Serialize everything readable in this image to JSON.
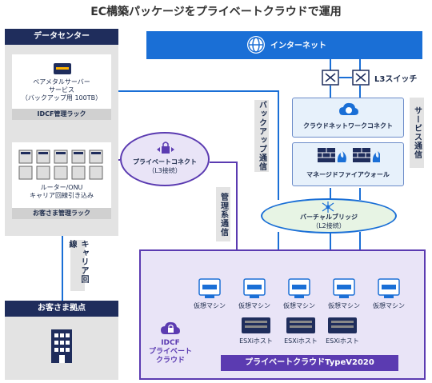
{
  "title": "EC構築パッケージをプライベートクラウドで運用",
  "datacenter": {
    "header": "データセンター",
    "baremetal_line1": "ベアメタルサーバー",
    "baremetal_line2": "サービス",
    "baremetal_line3": "（バックアップ用 100TB）",
    "idcf_rack": "IDCF管理ラック",
    "router_line1": "ルーター/ONU",
    "router_line2": "キャリア回線引き込み",
    "customer_rack": "お客さま管理ラック"
  },
  "carrier_line_label": "キャリア回線",
  "customer_site": "お客さま拠点",
  "internet": "インターネット",
  "l3switch": "L3スイッチ",
  "service_comm": "サービス通信",
  "backup_comm": "バックアップ通信",
  "mgmt_comm": "管理系通信",
  "cloud_network_connect": "クラウドネットワークコネクト",
  "managed_firewall": "マネージドファイアウォール",
  "private_connect_line1": "プライベートコネクト",
  "private_connect_line2": "（L3接続）",
  "virtual_bridge_line1": "バーチャルブリッジ",
  "virtual_bridge_line2": "（L2接続）",
  "vm_label": "仮想マシン",
  "esxi_label": "ESXiホスト",
  "idcf_cloud_line1": "IDCF",
  "idcf_cloud_line2": "プライベート",
  "idcf_cloud_line3": "クラウド",
  "private_cloud_name": "プライベートクラウドTypeV2020",
  "colors": {
    "navy": "#1f2d5c",
    "blue": "#1a6fd6",
    "lightblue": "#dbe9f8",
    "purple": "#5b3bb1",
    "lavender": "#e9e4f7",
    "gray": "#e3e3e3"
  }
}
